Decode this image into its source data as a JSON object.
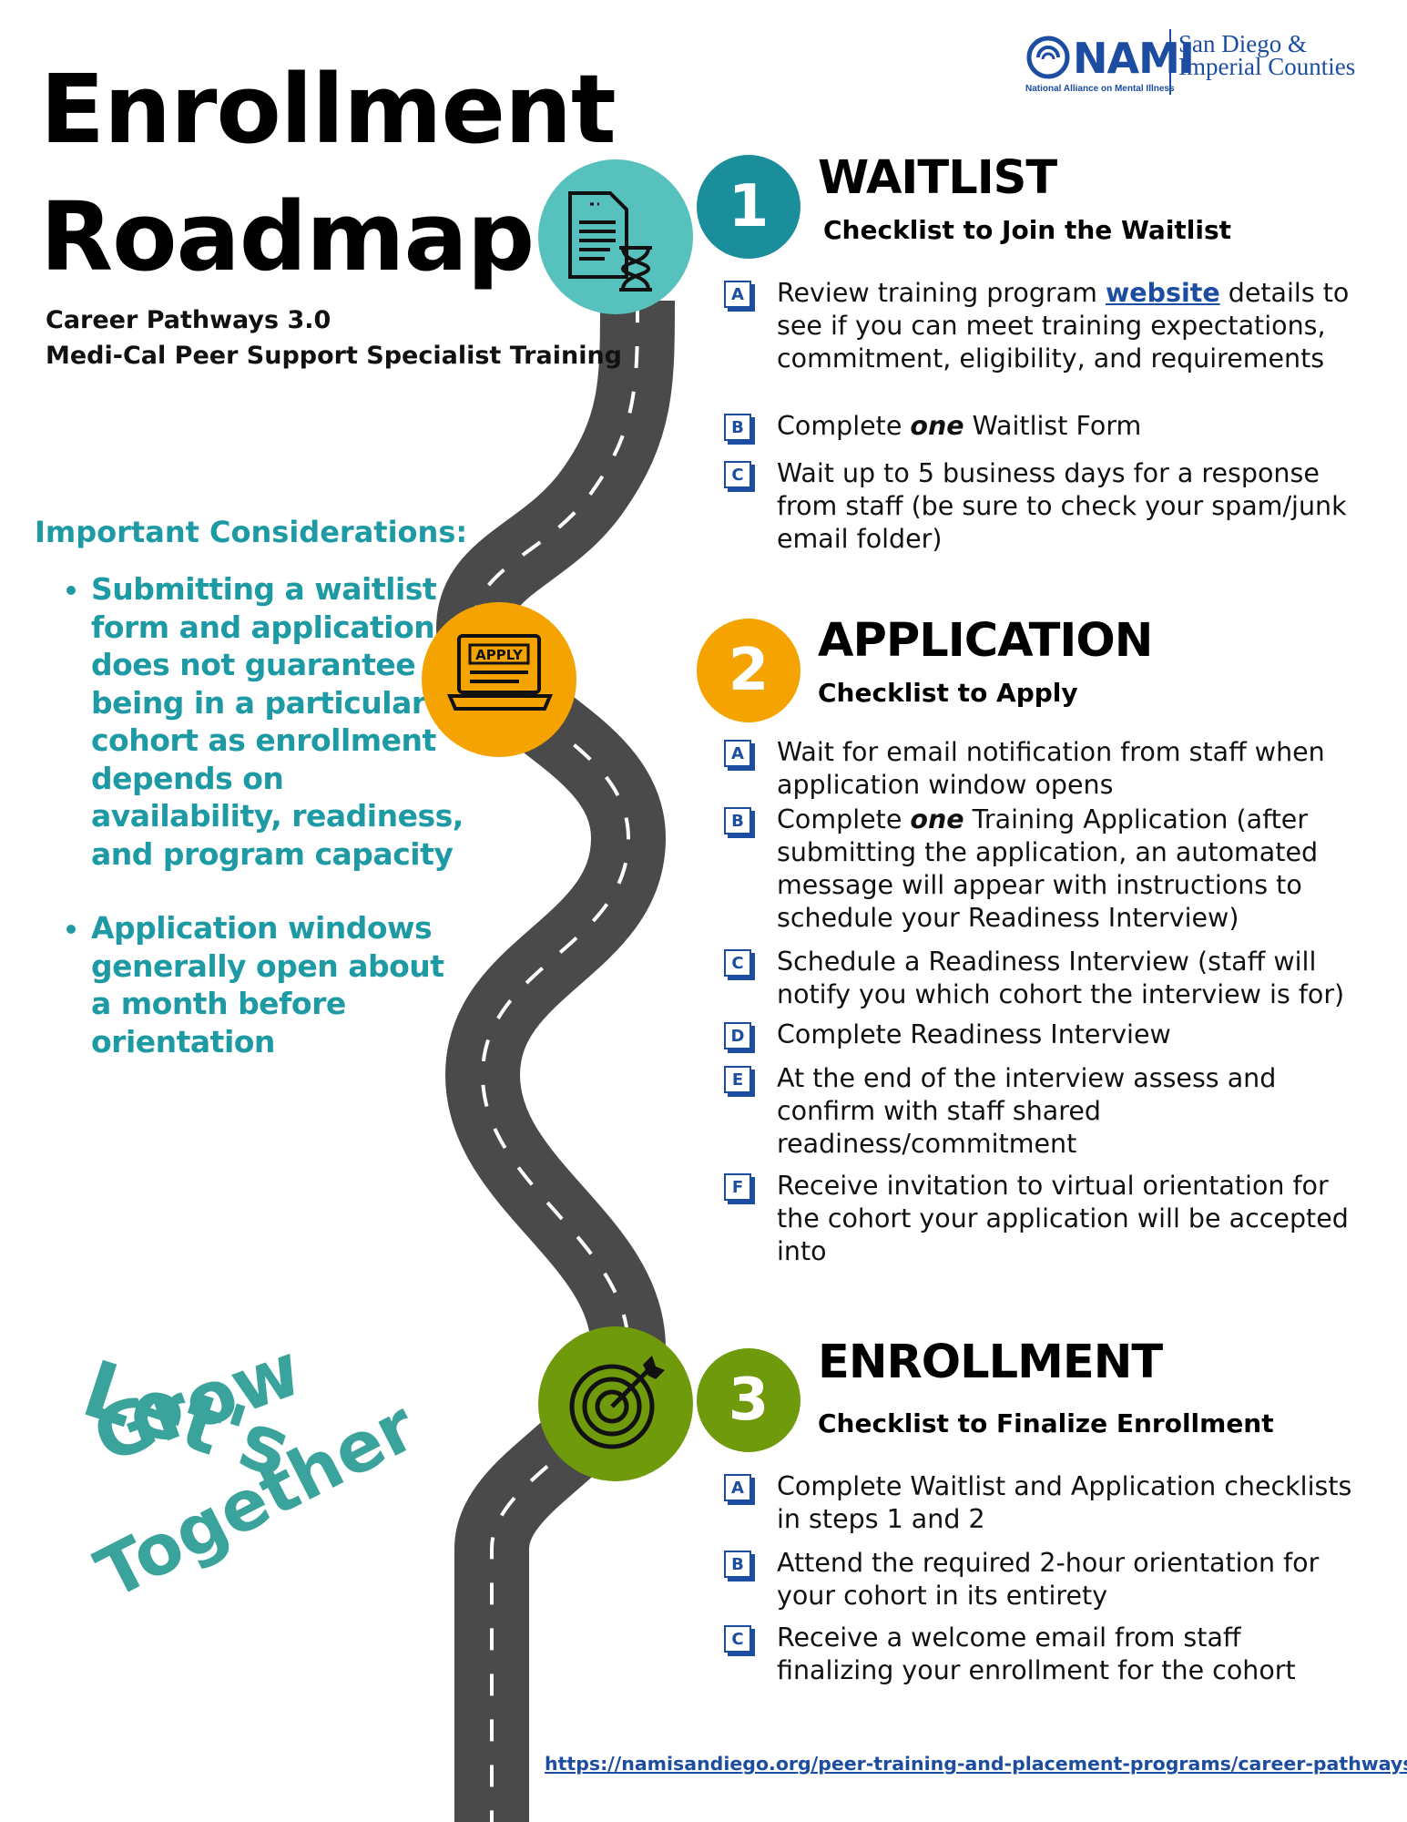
{
  "title": {
    "line1": "Enrollment",
    "line2": "Roadmap"
  },
  "subtitle": {
    "line1": "Career Pathways 3.0",
    "line2": "Medi-Cal Peer Support Specialist Training"
  },
  "logo": {
    "word": "NAMI",
    "tagline": "National Alliance on Mental Illness",
    "region_line1": "San Diego &",
    "region_line2": "Imperial Counties",
    "color": "#1c4da1"
  },
  "considerations": {
    "heading": "Important Considerations:",
    "items": [
      "Submitting a waitlist form and application does not guarantee being in a particular cohort as enrollment depends on availability, readiness, and program capacity",
      "Application windows generally open about a month before orientation"
    ],
    "color": "#1e9aa4"
  },
  "steps": [
    {
      "number": "1",
      "title": "WAITLIST",
      "subtitle": "Checklist to Join the Waitlist",
      "color": "#1a8e9b",
      "icon": "document-hourglass-icon",
      "icon_bg": "#57c2bd",
      "items": [
        {
          "letter": "A",
          "pre": "Review training program ",
          "link": "website",
          "post": " details to see if you can meet training expectations, commitment, eligibility, and requirements"
        },
        {
          "letter": "B",
          "pre": "Complete ",
          "emph": "one",
          "post": " Waitlist Form"
        },
        {
          "letter": "C",
          "pre": "Wait up to 5 business days for a response from staff (be sure to check your spam/junk email folder)"
        }
      ]
    },
    {
      "number": "2",
      "title": "APPLICATION",
      "subtitle": "Checklist to Apply",
      "color": "#f5a300",
      "icon": "laptop-apply-icon",
      "icon_bg": "#f5a300",
      "icon_text": "APPLY",
      "items": [
        {
          "letter": "A",
          "pre": "Wait for email notification from staff when application window opens"
        },
        {
          "letter": "B",
          "pre": "Complete ",
          "emph": "one",
          "post": " Training Application (after submitting the application, an automated message will appear with instructions to schedule your Readiness Interview)"
        },
        {
          "letter": "C",
          "pre": "Schedule a Readiness Interview (staff will notify you which cohort the interview is for)"
        },
        {
          "letter": "D",
          "pre": "Complete Readiness Interview"
        },
        {
          "letter": "E",
          "pre": "At the end of the interview assess and confirm with staff shared readiness/commitment"
        },
        {
          "letter": "F",
          "pre": "Receive invitation to virtual orientation for the cohort your application will be accepted into"
        }
      ]
    },
    {
      "number": "3",
      "title": "ENROLLMENT",
      "subtitle": "Checklist to Finalize Enrollment",
      "color": "#6f9a0c",
      "icon": "target-arrow-icon",
      "icon_bg": "#6f9a0c",
      "items": [
        {
          "letter": "A",
          "pre": "Complete Waitlist and Application checklists in steps 1 and 2"
        },
        {
          "letter": "B",
          "pre": "Attend the required 2-hour orientation for your cohort in its entirety"
        },
        {
          "letter": "C",
          "pre": "Receive a welcome email from staff finalizing your enrollment for the cohort"
        }
      ]
    }
  ],
  "slogan": {
    "line1": "Let's",
    "line2": "Grow",
    "line3": "Together",
    "color": "#3aa39c"
  },
  "footer": {
    "url": "https://namisandiego.org/peer-training-and-placement-programs/career-pathways"
  }
}
